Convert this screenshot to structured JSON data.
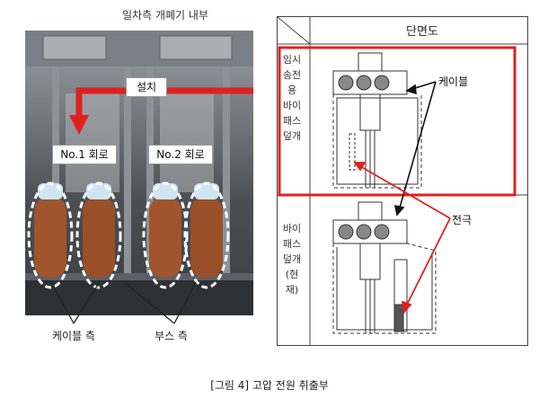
{
  "photo": {
    "title": "일차측 개폐기 내부",
    "install_label": "설치",
    "circuit1_label": "No.1 회로",
    "circuit2_label": "No.2 회로",
    "cable_side_label": "케이블 측",
    "bus_side_label": "부스 측"
  },
  "diagram": {
    "header": "단면도",
    "row1_label": [
      "임시",
      "송전",
      "용",
      "바이",
      "패스",
      "덮개"
    ],
    "row2_label": [
      "바이",
      "패스",
      "덮개",
      "(현",
      "재)"
    ],
    "cable_label": "케이블",
    "electrode_label": "전극"
  },
  "caption": "[그림 4] 고압 전원 취출부",
  "colors": {
    "accent": "#e02020",
    "frame": "#444444"
  }
}
